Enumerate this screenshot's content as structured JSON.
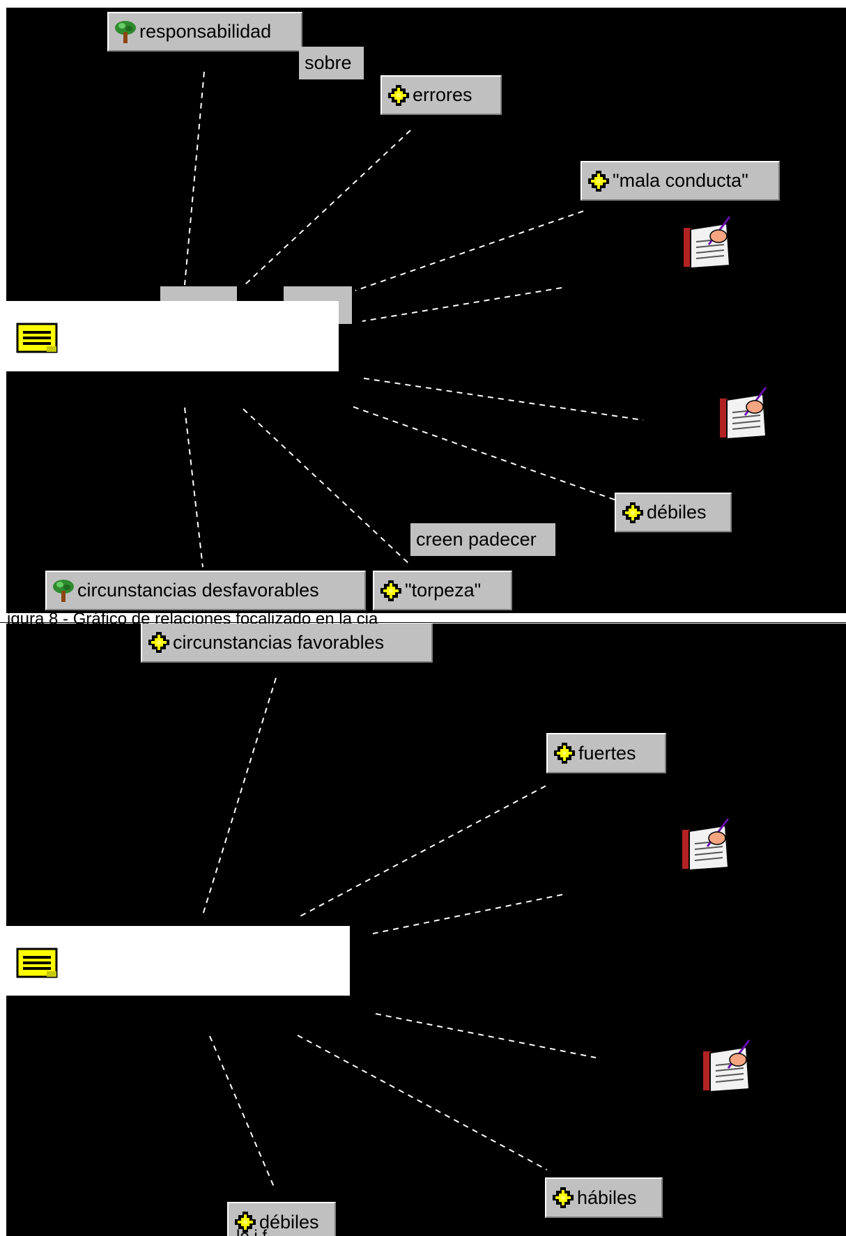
{
  "caption": "igura 8 - Gráfico de relaciones focalizado en la  cia",
  "top": {
    "nodes": {
      "responsabilidad": "responsabilidad",
      "errores": "errores",
      "mala_conducta": "\"mala conducta\"",
      "debiles": "débiles",
      "circunstancias_desfavorables": "circunstancias desfavorables",
      "torpeza": "\"torpeza\""
    },
    "relations": {
      "sobre": "sobre",
      "creen_padecer": "creen padecer"
    }
  },
  "bottom": {
    "nodes": {
      "circunstancias_favorables": "circunstancias favorables",
      "fuertes": "fuertes",
      "habiles": "hábiles",
      "debiles": "débiles"
    },
    "cut_label": "le i     f"
  },
  "icons": {
    "concept": "puzzle-piece-icon",
    "family": "tree-icon",
    "focus_note": "note-icon",
    "memo": "writing-memo-icon"
  },
  "colors": {
    "background": "#000000",
    "node_fill": "#c0c0c0",
    "link": "#ffffff",
    "note_yellow": "#ffff00"
  }
}
